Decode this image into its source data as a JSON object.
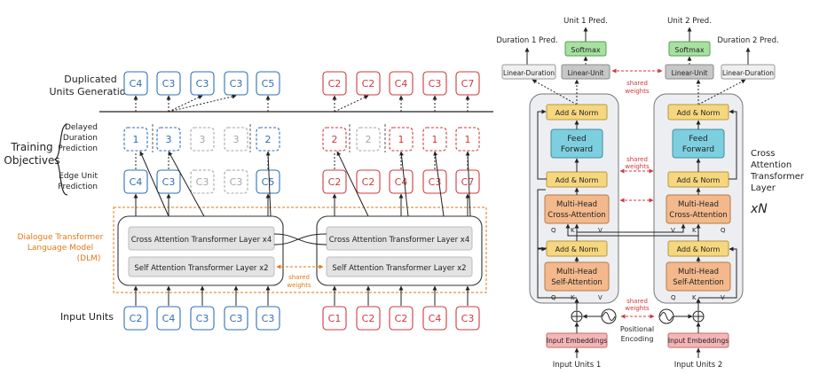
{
  "left": {
    "title_generation": [
      "Duplicated",
      "Units Generation"
    ],
    "training_objectives": [
      "Training",
      "Objectives"
    ],
    "delayed_duration": [
      "Delayed",
      "Duration",
      "Prediction"
    ],
    "edge_unit": [
      "Edge Unit",
      "Prediction"
    ],
    "dlm_label": [
      "Dialogue Transformer",
      "Language Model",
      "(DLM)"
    ],
    "input_units_label": "Input Units",
    "shared_weights": [
      "shared",
      "weights"
    ],
    "cross_layer": "Cross Attention Transformer Layer x4",
    "self_layer": "Self Attention Transformer Layer x2",
    "ch1": {
      "generation": [
        "C4",
        "C3",
        "C3",
        "C3",
        "C5"
      ],
      "durations": [
        "1",
        "3",
        "3",
        "3",
        "2"
      ],
      "edge_units": [
        "C4",
        "C3",
        "C3",
        "C3",
        "C5"
      ],
      "inputs": [
        "C2",
        "C4",
        "C3",
        "C3",
        "C3"
      ]
    },
    "ch2": {
      "generation": [
        "C2",
        "C2",
        "C4",
        "C3",
        "C7"
      ],
      "durations": [
        "2",
        "2",
        "1",
        "1",
        "1"
      ],
      "edge_units": [
        "C2",
        "C2",
        "C4",
        "C3",
        "C7"
      ],
      "inputs": [
        "C1",
        "C2",
        "C2",
        "C4",
        "C3"
      ]
    },
    "colors": {
      "blue": "#2f6fb5",
      "red": "#d0393d",
      "gray": "#a6a6a6",
      "orange": "#e07a16"
    }
  },
  "right": {
    "unit1_pred": "Unit 1 Pred.",
    "unit2_pred": "Unit 2 Pred.",
    "duration1_pred": "Duration 1 Pred.",
    "duration2_pred": "Duration 2 Pred.",
    "softmax": "Softmax",
    "linear_unit": "Linear-Unit",
    "linear_duration": "Linear-Duration",
    "add_norm": "Add & Norm",
    "feed_forward": [
      "Feed",
      "Forward"
    ],
    "mh_cross": [
      "Multi-Head",
      "Cross-Attention"
    ],
    "mh_self": [
      "Multi-Head",
      "Self-Attention"
    ],
    "input_embeddings": "Input Embeddings",
    "input_units_1": "Input Units 1",
    "input_units_2": "Input Units 2",
    "positional_encoding": [
      "Positional",
      "Encoding"
    ],
    "shared_weights": [
      "shared",
      "weights"
    ],
    "cross_layer_label": [
      "Cross",
      "Attention",
      "Transformer",
      "Layer"
    ],
    "xn": "xN",
    "qkv": [
      "Q",
      "K",
      "V"
    ]
  }
}
